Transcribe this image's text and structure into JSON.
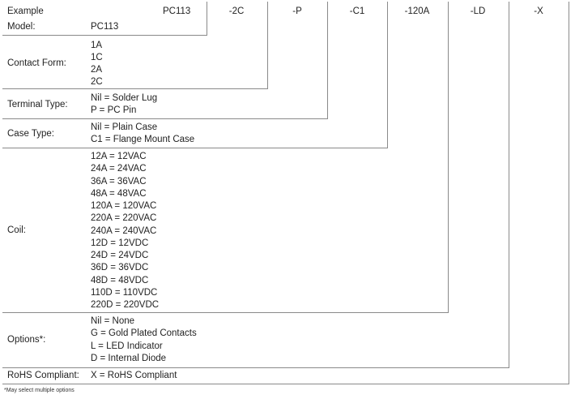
{
  "example_label": "Example",
  "example_code": "PC113",
  "suffixes": [
    "-2C",
    "-P",
    "-C1",
    "-120A",
    "-LD",
    "-X"
  ],
  "sections": [
    {
      "label": "Model:",
      "values": [
        "PC113"
      ]
    },
    {
      "label": "Contact Form:",
      "values": [
        "1A",
        "1C",
        "2A",
        "2C"
      ]
    },
    {
      "label": "Terminal Type:",
      "values": [
        "Nil = Solder Lug",
        "P = PC Pin"
      ]
    },
    {
      "label": "Case Type:",
      "values": [
        "Nil = Plain Case",
        "C1 = Flange Mount Case"
      ]
    },
    {
      "label": "Coil:",
      "values": [
        "12A = 12VAC",
        "24A = 24VAC",
        "36A = 36VAC",
        "48A = 48VAC",
        "120A = 120VAC",
        "220A = 220VAC",
        "240A = 240VAC",
        "12D = 12VDC",
        "24D = 24VDC",
        "36D = 36VDC",
        "48D = 48VDC",
        "110D = 110VDC",
        "220D = 220VDC"
      ]
    },
    {
      "label": "Options*:",
      "values": [
        "Nil = None",
        "G = Gold Plated Contacts",
        "L = LED Indicator",
        "D = Internal Diode"
      ]
    },
    {
      "label": "RoHS Compliant:",
      "values": [
        "X = RoHS Compliant"
      ]
    }
  ],
  "footnote": "*May select multiple options"
}
